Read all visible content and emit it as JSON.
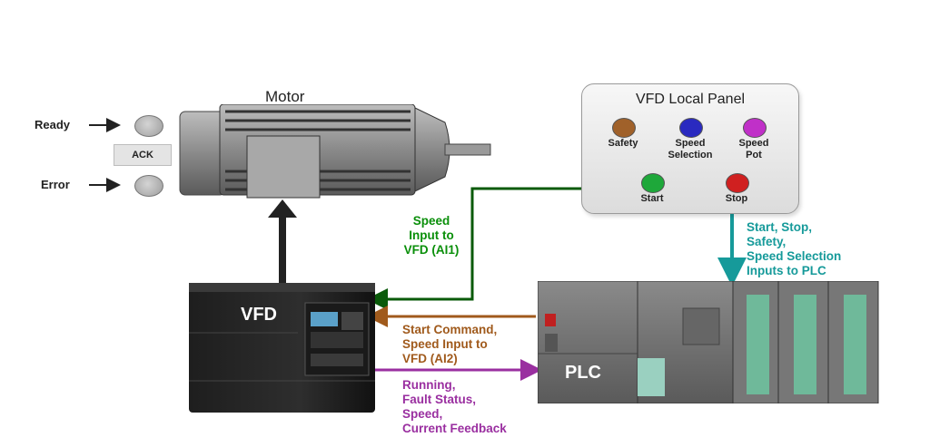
{
  "motor": {
    "title": "Motor"
  },
  "indicators": {
    "ready_label": "Ready",
    "error_label": "Error",
    "ack_label": "ACK"
  },
  "vfd": {
    "label": "VFD"
  },
  "plc": {
    "label": "PLC"
  },
  "local_panel": {
    "title": "VFD Local Panel",
    "buttons": [
      {
        "label": "Safety",
        "color": "#a0612a"
      },
      {
        "label": "Speed\nSelection",
        "color": "#2a2ac0"
      },
      {
        "label": "Speed\nPot",
        "color": "#c030c8"
      },
      {
        "label": "Start",
        "color": "#1ea83a"
      },
      {
        "label": "Stop",
        "color": "#d02020"
      }
    ]
  },
  "annotations": {
    "speed_input_ai1": [
      "Speed",
      "Input to",
      "VFD (AI1)"
    ],
    "plc_inputs": [
      "Start, Stop,",
      "Safety,",
      "Speed Selection",
      "Inputs to PLC"
    ],
    "start_command": [
      "Start Command,",
      "Speed Input to",
      "VFD (AI2)"
    ],
    "feedback": [
      "Running,",
      "Fault Status,",
      "Speed,",
      "Current Feedback"
    ]
  },
  "colors": {
    "green": "#0a5a0a",
    "teal": "#169a9a",
    "brown": "#a05a1c",
    "purple": "#9a2fa0"
  }
}
